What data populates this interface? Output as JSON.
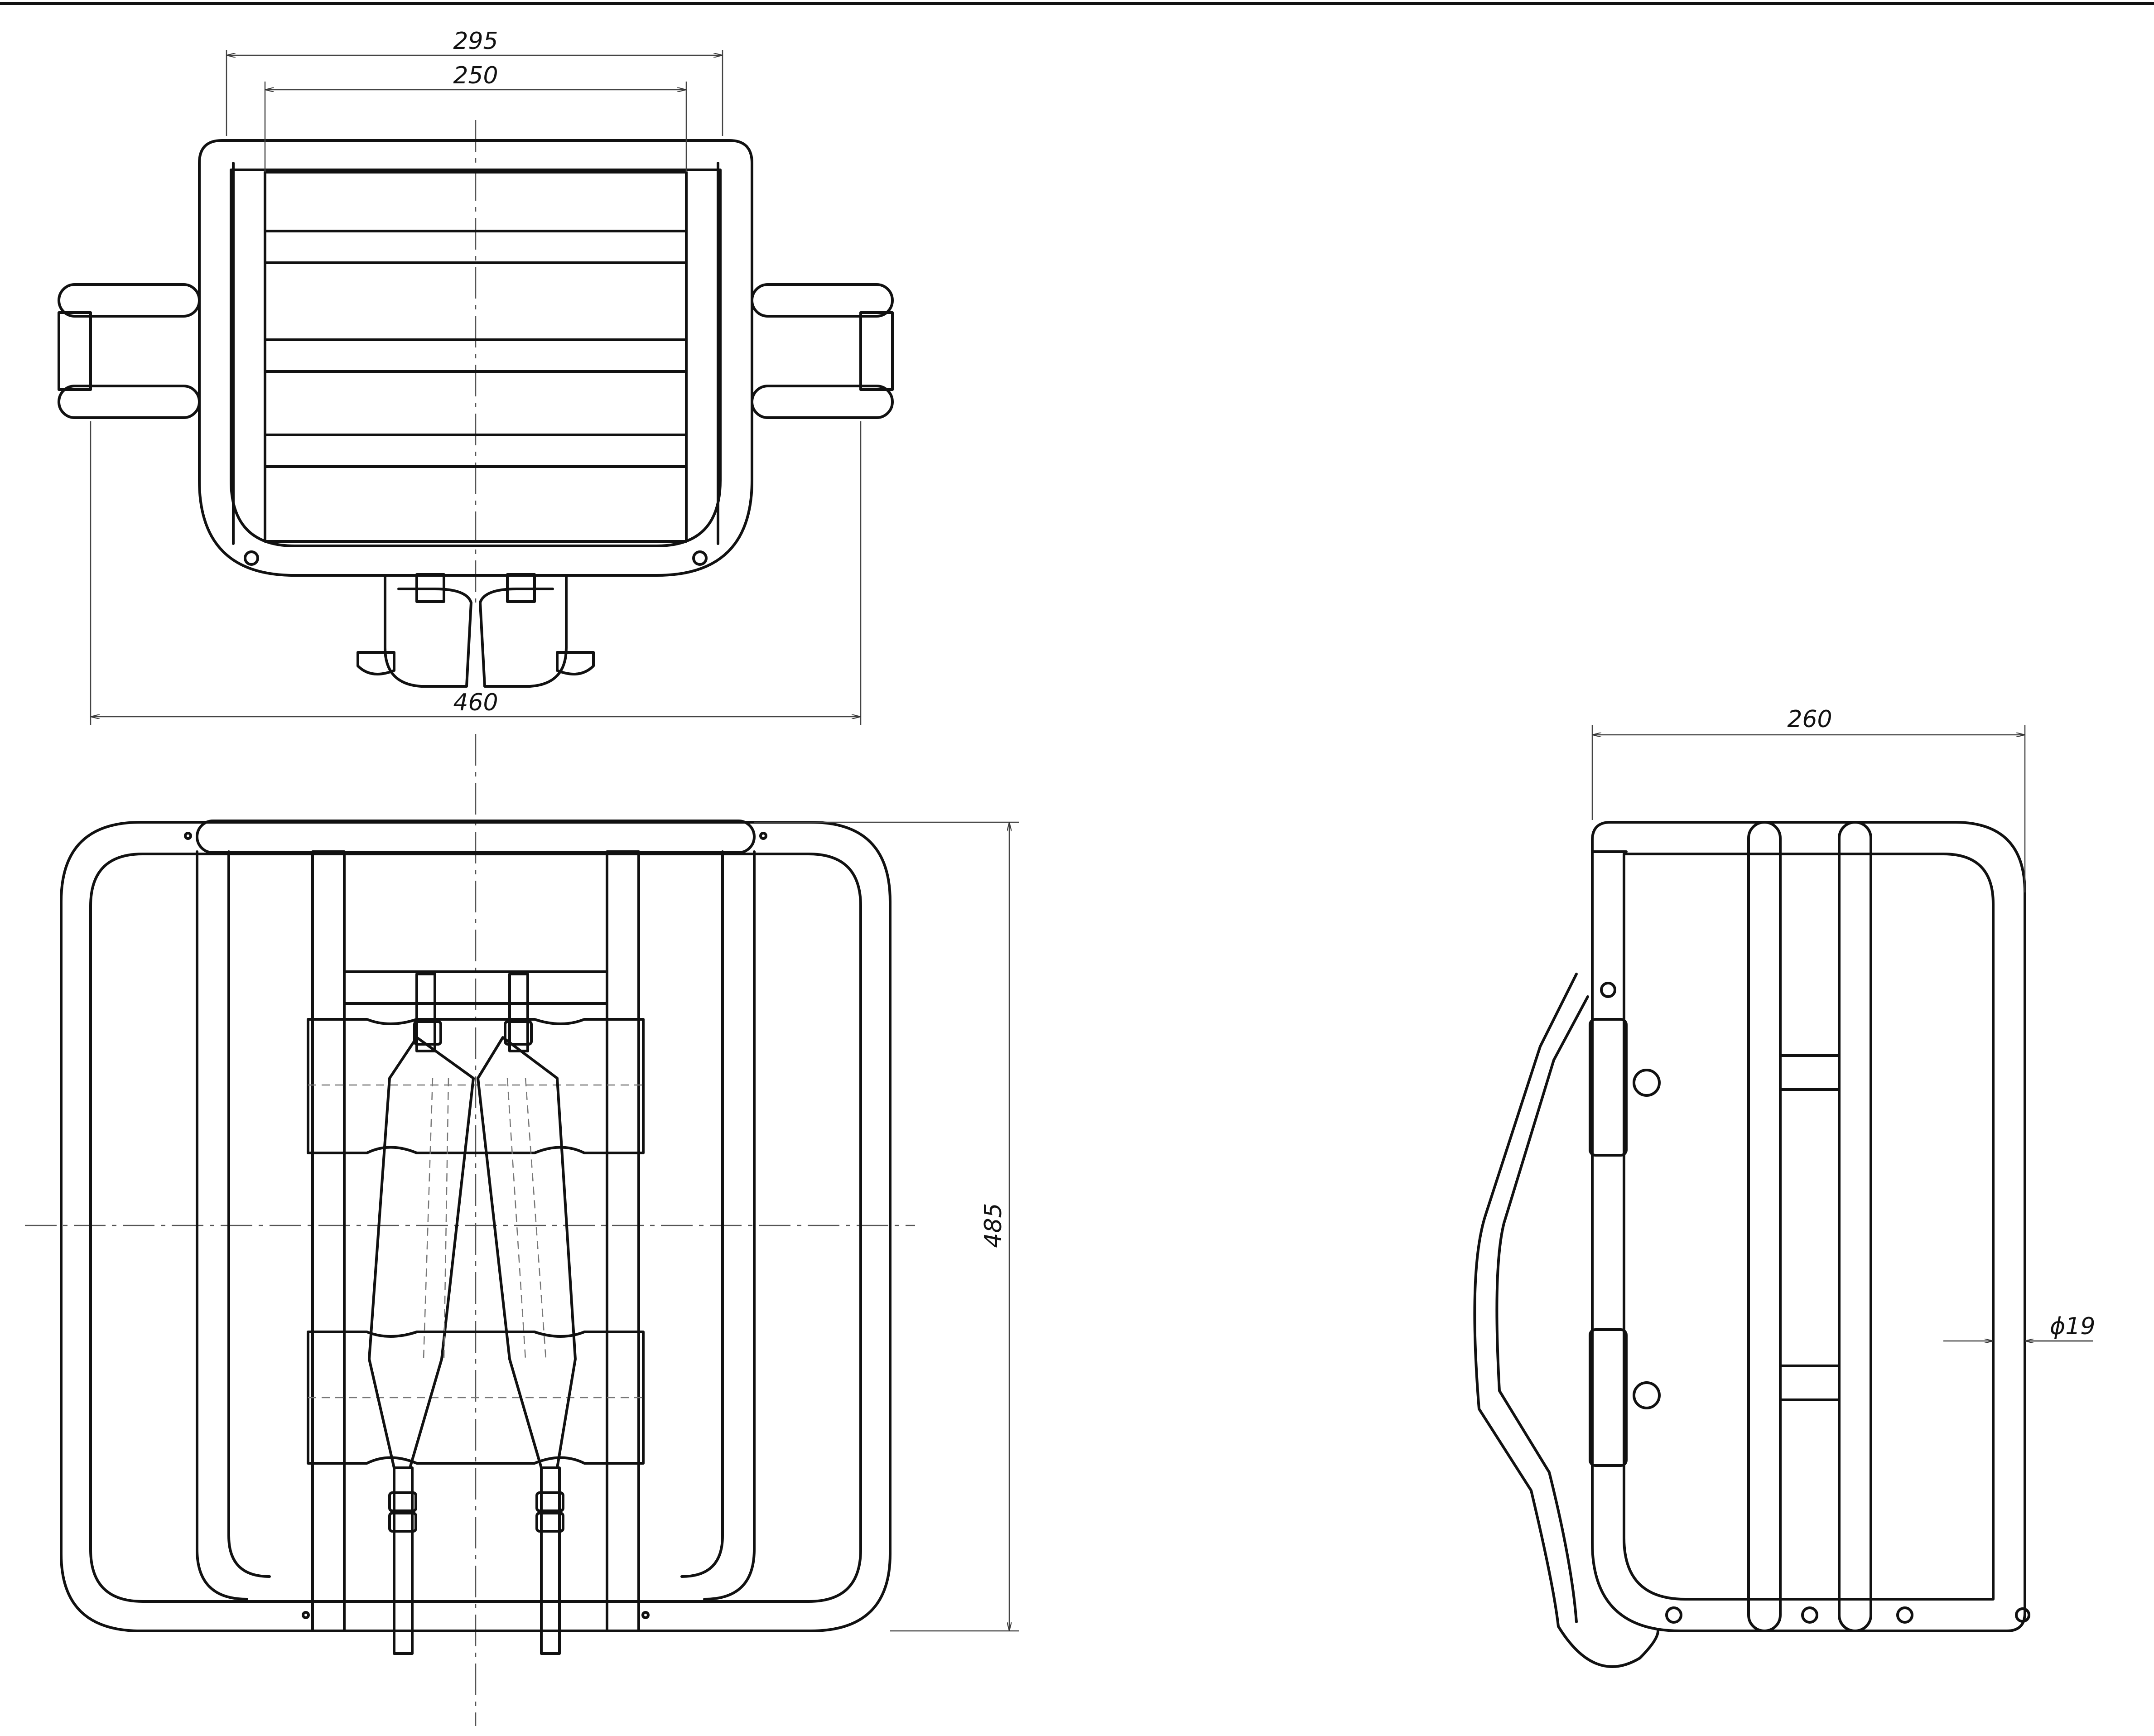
{
  "dimensions": {
    "top_outer_width": "295",
    "top_inner_width": "250",
    "top_total_width": "460",
    "front_height": "485",
    "side_depth": "260",
    "tube_diameter": "ϕ19"
  },
  "colors": {
    "line": "#111111",
    "background": "#ffffff"
  }
}
